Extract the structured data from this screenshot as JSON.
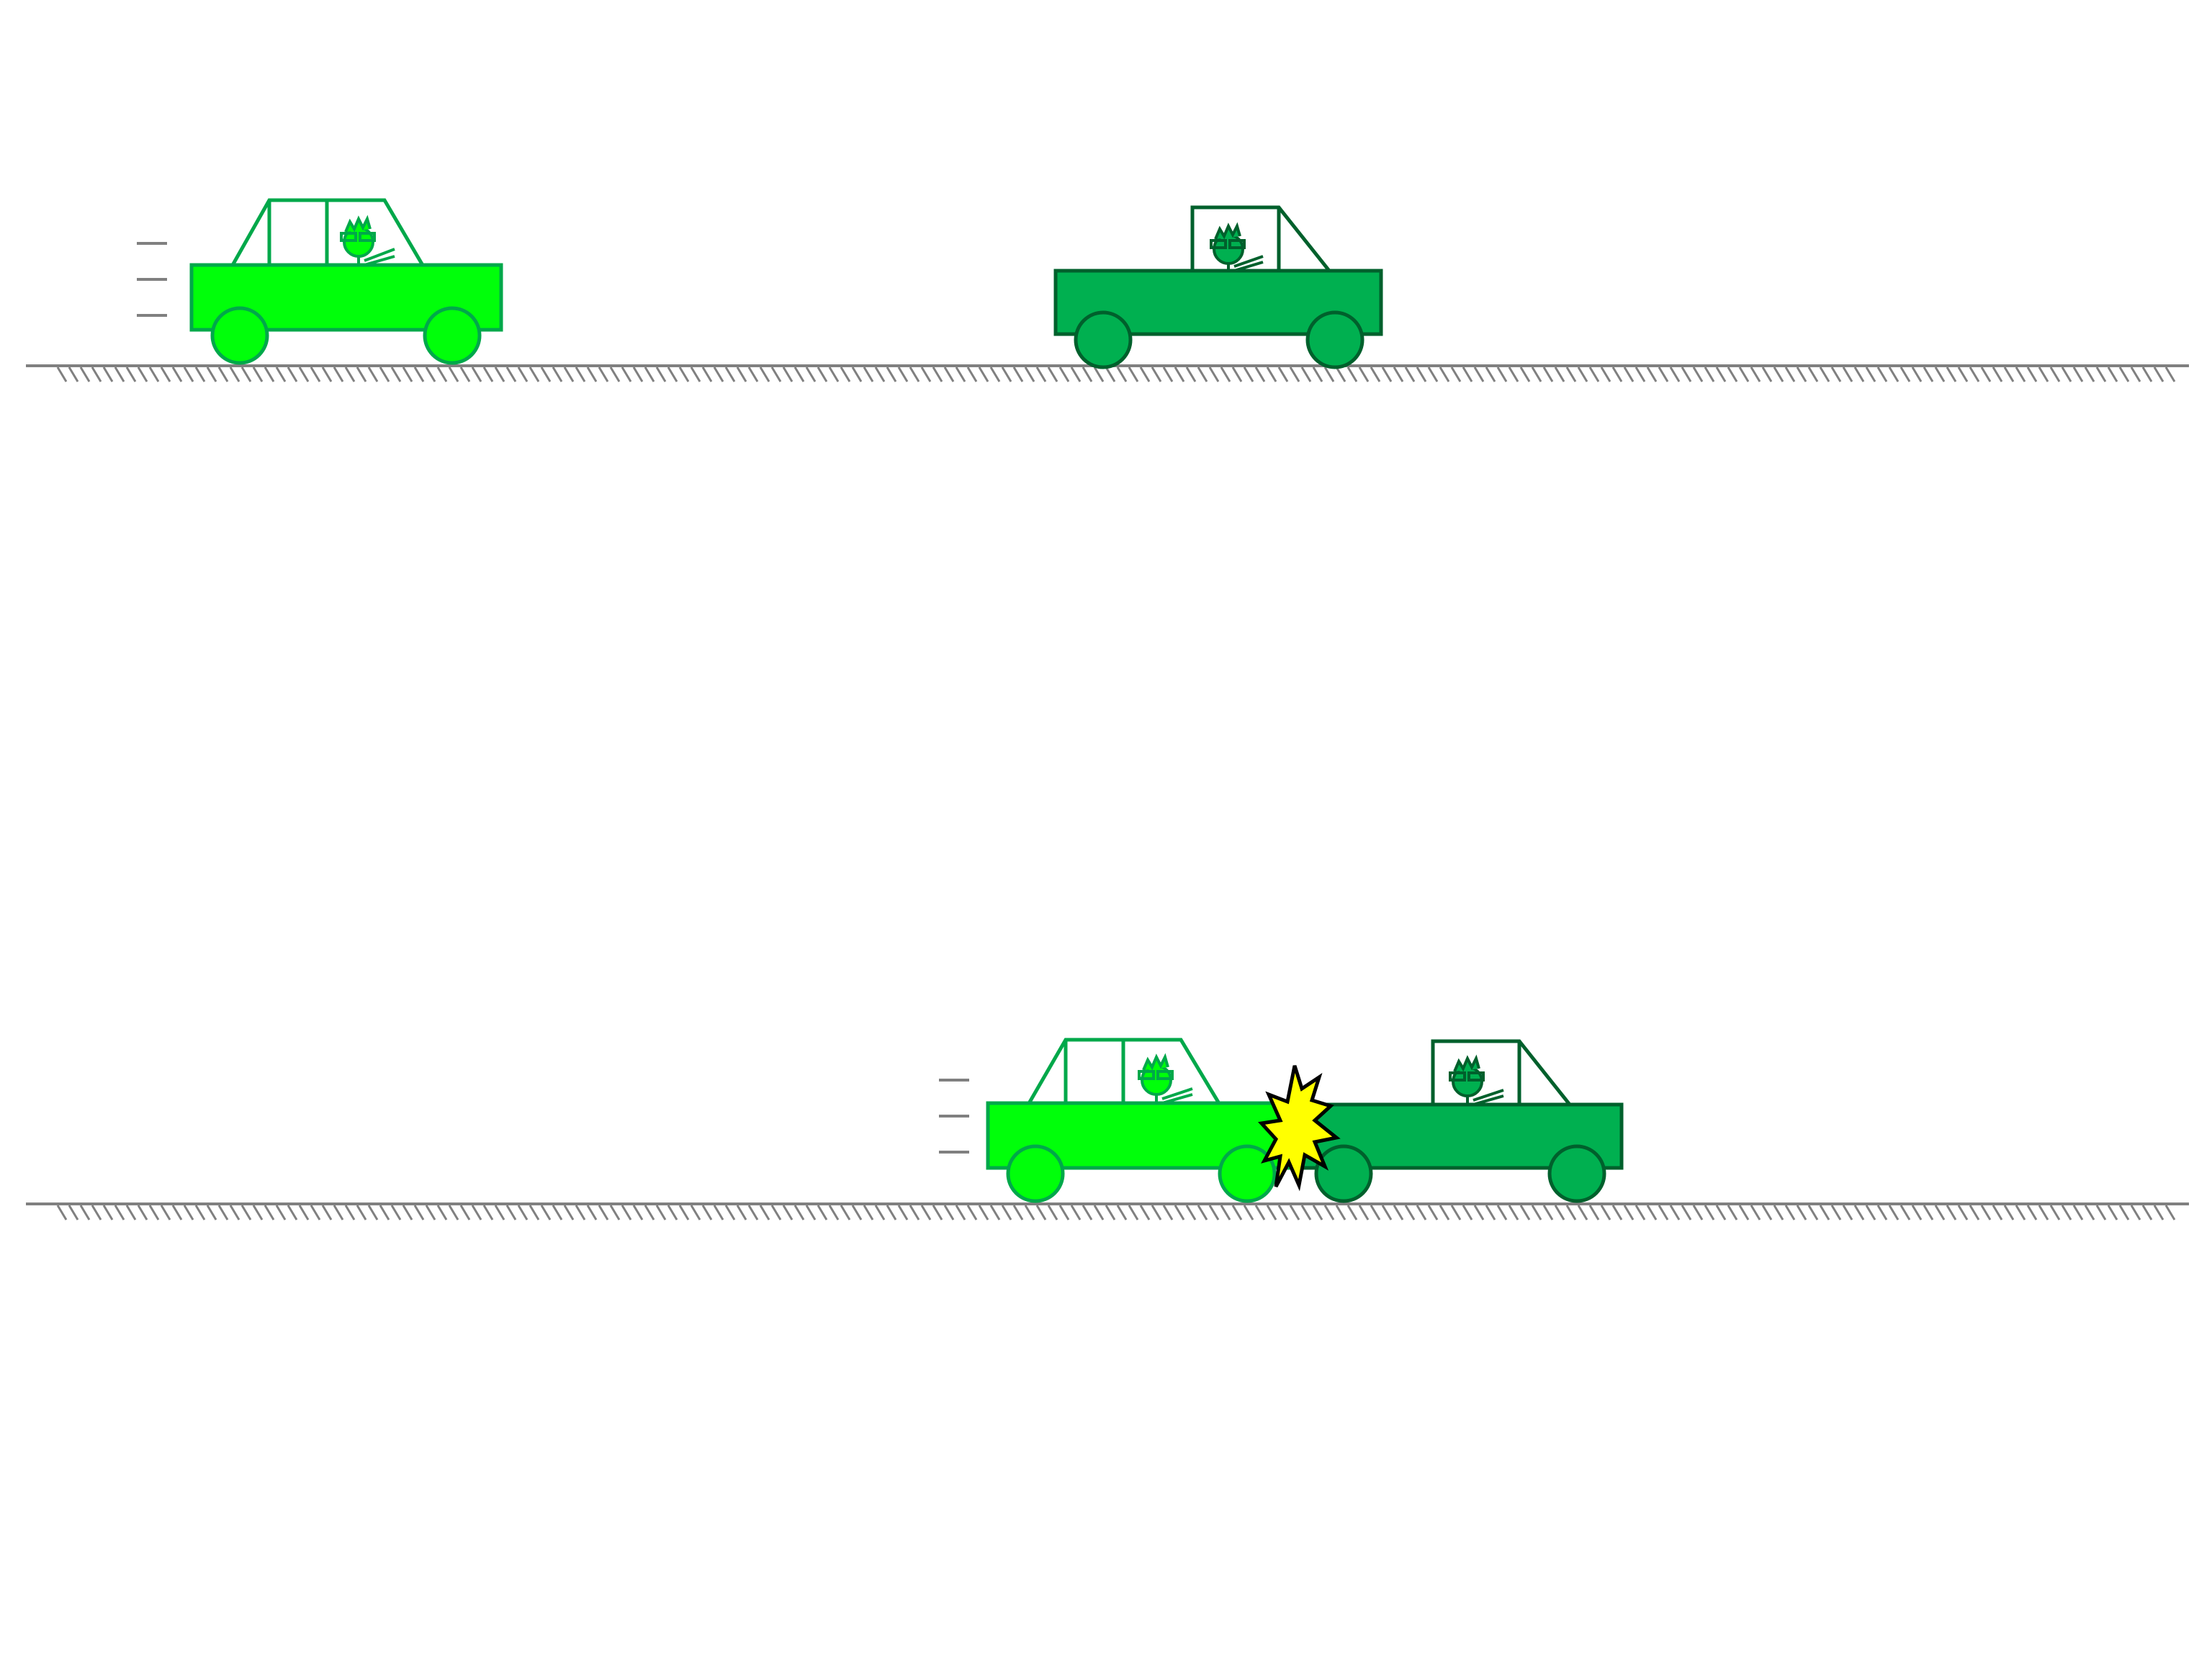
{
  "colors": {
    "background": "#ffffff",
    "car_light": "#00ff0a",
    "car_light_stroke": "#00a84a",
    "car_dark": "#00b050",
    "car_dark_stroke": "#00602c",
    "ground": "#808080",
    "burst_fill": "#ffff00",
    "burst_stroke": "#000000"
  },
  "scenes": [
    {
      "name": "before-collision",
      "moving_car": {
        "color": "car_light",
        "motion": "moving-right"
      },
      "stationary_car": {
        "color": "car_dark",
        "motion": "stationary"
      },
      "collision": false
    },
    {
      "name": "collision",
      "moving_car": {
        "color": "car_light",
        "motion": "moving-right"
      },
      "stationary_car": {
        "color": "car_dark",
        "motion": "stationary"
      },
      "collision": true
    }
  ]
}
